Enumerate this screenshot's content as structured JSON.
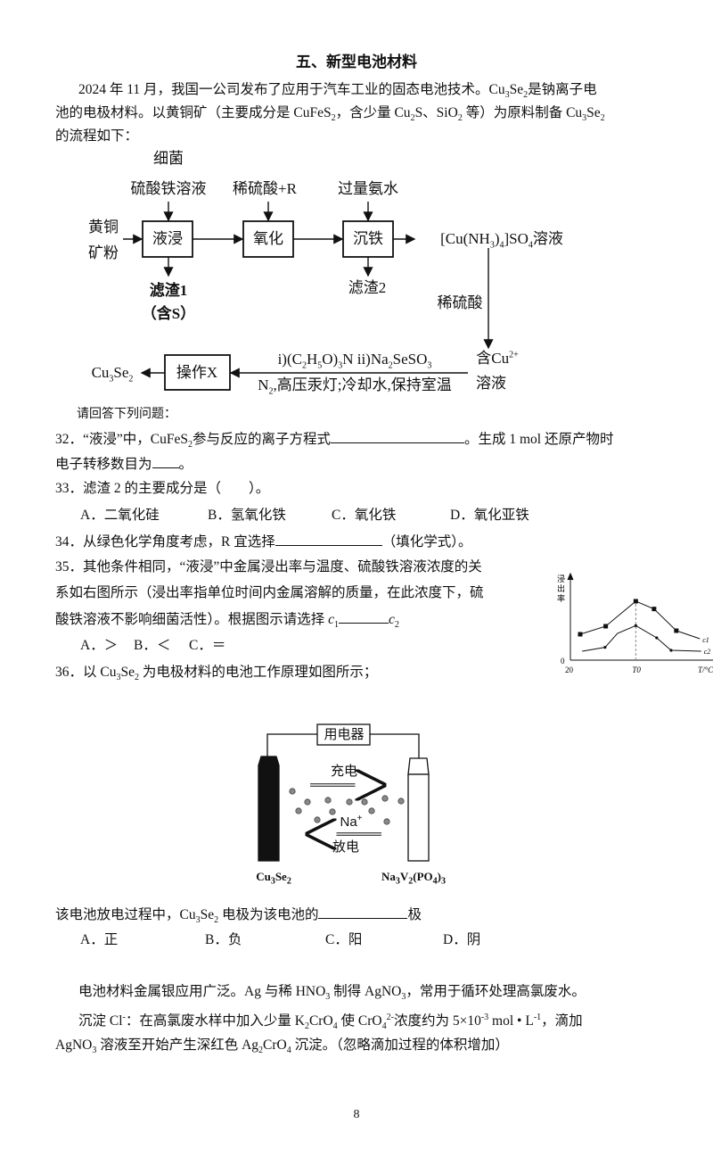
{
  "title": "五、新型电池材料",
  "intro": [
    [
      "2024 年 11 月，我国一公司发布了应用于汽车工业的固态电池技术。Cu",
      {
        "sub": "3"
      },
      "Se",
      {
        "sub": "2"
      },
      "是钠离子电"
    ],
    [
      "池的电极材料。以黄铜矿（主要成分是 CuFeS",
      {
        "sub": "2"
      },
      "，含少量 Cu",
      {
        "sub": "2"
      },
      "S、SiO",
      {
        "sub": "2"
      },
      " 等）为原料制备 Cu",
      {
        "sub": "3"
      },
      "Se",
      {
        "sub": "2"
      }
    ],
    [
      "的流程如下："
    ]
  ],
  "flow": {
    "bacteria": "细菌",
    "ferric_sulfate": "硫酸铁溶液",
    "acid_r": "稀硫酸+R",
    "ammonia": "过量氨水",
    "ore_1": "黄铜",
    "ore_2": "矿粉",
    "box_leach": "液浸",
    "box_oxidize": "氧化",
    "box_iron": "沉铁",
    "residue1": "滤渣1",
    "residue1_note": [
      "（含",
      "S",
      "）"
    ],
    "residue2": "滤渣2",
    "complex": [
      "[Cu(NH",
      {
        "sub": "3"
      },
      ")",
      {
        "sub": "4"
      },
      "]SO",
      {
        "sub": "4"
      },
      "溶液"
    ],
    "dilute_acid": "稀硫酸",
    "cu_solution_1": [
      "含Cu",
      {
        "sup": "2+"
      }
    ],
    "cu_solution_2": "溶液",
    "reagents_top": [
      "i)(C",
      {
        "sub": "2"
      },
      "H",
      {
        "sub": "5"
      },
      "O)",
      {
        "sub": "3"
      },
      "N  ii)Na",
      {
        "sub": "2"
      },
      "SeSO",
      {
        "sub": "3"
      }
    ],
    "reagents_bottom": [
      "N",
      {
        "sub": "2"
      },
      ",高压汞灯;冷却水,保持室温"
    ],
    "box_op": "操作X",
    "product": [
      "Cu",
      {
        "sub": "3"
      },
      "Se",
      {
        "sub": "2"
      }
    ]
  },
  "prompt": "请回答下列问题：",
  "q32": [
    [
      "32．“液浸”中，CuFeS",
      {
        "sub": "2"
      },
      "参与反应的离子方程式",
      {
        "blank": "l"
      },
      "。生成 1 mol 还原产物时"
    ],
    [
      "电子转移数目为",
      {
        "blank": "s"
      },
      "。"
    ]
  ],
  "q33": {
    "stem": "33．滤渣 2 的主要成分是（　　）。",
    "options": [
      "A．二氧化硅",
      "B．氢氧化铁",
      "C．氧化铁",
      "D．氧化亚铁"
    ]
  },
  "q34": [
    "34．从绿色化学角度考虑，R 宜选择",
    {
      "blank": "m"
    },
    "（填化学式）。"
  ],
  "q35": {
    "lines": [
      [
        "35．其他条件相同，“液浸”中金属浸出率与温度、硫酸铁溶液浓度的关"
      ],
      [
        "系如右图所示（浸出率指单位时间内金属溶解的质量，在此浓度下，硫"
      ],
      [
        "酸铁溶液不影响细菌活性）。根据图示请选择 ",
        {
          "i": "c"
        },
        {
          "sub": "1"
        },
        {
          "blank": "c"
        },
        {
          "i": "c"
        },
        {
          "sub": "2"
        }
      ]
    ],
    "options": [
      "A．＞",
      "B．＜",
      "C．＝"
    ]
  },
  "chart_data": {
    "type": "line",
    "ylabel": "浸出率",
    "xlabel": "T/°C",
    "x_ticks": [
      "20",
      "T0"
    ],
    "y_origin_label": "0",
    "xlim": [
      0,
      11
    ],
    "ylim": [
      0,
      10
    ],
    "marker_line_x": 5,
    "series": [
      {
        "name": "c1",
        "marker": "square",
        "x": [
          0.75,
          2.7,
          5,
          6.4,
          8.1,
          9.9
        ],
        "y": [
          4.35,
          5.7,
          9.9,
          8.6,
          4.95,
          3.6
        ]
      },
      {
        "name": "c2",
        "marker": "dot",
        "x": [
          0.9,
          2.65,
          3.6,
          5,
          6.6,
          7.7,
          10
        ],
        "y": [
          1.5,
          2.15,
          4.5,
          5.8,
          3.75,
          1.65,
          1.5
        ]
      }
    ]
  },
  "q36": [
    "36．以 Cu",
    {
      "sub": "3"
    },
    "Se",
    {
      "sub": "2"
    },
    " 为电极材料的电池工作原理如图所示；"
  ],
  "battery": {
    "device": "用电器",
    "charge": "充电",
    "discharge": "放电",
    "ion": [
      "Na",
      {
        "sup": "+"
      }
    ],
    "left_electrode": [
      "Cu",
      {
        "sub": "3"
      },
      "Se",
      {
        "sub": "2"
      }
    ],
    "right_electrode": [
      "Na",
      {
        "sub": "3"
      },
      "V",
      {
        "sub": "2"
      },
      "(PO",
      {
        "sub": "4"
      },
      ")",
      {
        "sub": "3"
      }
    ]
  },
  "q36b": {
    "stem": [
      "该电池放电过程中，Cu",
      {
        "sub": "3"
      },
      "Se",
      {
        "sub": "2"
      },
      " 电极为该电池的",
      {
        "blank": "e"
      },
      "极"
    ],
    "options": [
      "A．正",
      "B．负",
      "C．阳",
      "D．阴"
    ]
  },
  "silver": [
    [
      "电池材料金属银应用广泛。Ag 与稀 HNO",
      {
        "sub": "3"
      },
      " 制得 AgNO",
      {
        "sub": "3"
      },
      "，常用于循环处理高氯废水。"
    ],
    [
      "沉淀 Cl",
      {
        "sup": "-"
      },
      "：在高氯废水样中加入少量 K",
      {
        "sub": "2"
      },
      "CrO",
      {
        "sub": "4"
      },
      " 使 CrO",
      {
        "sub": "4"
      },
      {
        "sup": "2-"
      },
      "浓度约为 5×10",
      {
        "sup": "-3"
      },
      " mol • L",
      {
        "sup": "-1"
      },
      "，滴加"
    ],
    [
      "AgNO",
      {
        "sub": "3"
      },
      " 溶液至开始产生深红色 Ag",
      {
        "sub": "2"
      },
      "CrO",
      {
        "sub": "4"
      },
      " 沉淀。（忽略滴加过程的体积增加）"
    ]
  ],
  "page_number": "8"
}
